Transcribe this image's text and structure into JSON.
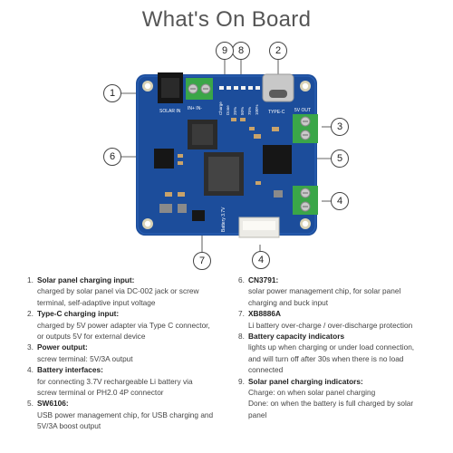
{
  "title": "What's On Board",
  "callouts": [
    "1",
    "2",
    "3",
    "4",
    "5",
    "6",
    "7",
    "8",
    "9"
  ],
  "board_silk": {
    "solar_in": "SOLAR IN",
    "in_pm": "IN+ IN-",
    "type_c": "TYPE-C",
    "out_5v": "5V OUT",
    "battery": "Battery 3.7V",
    "charge_labels": [
      "Charge",
      "Done",
      "25%",
      "50%",
      "75%",
      "100%"
    ]
  },
  "features": [
    {
      "num": "1.",
      "head": "Solar panel charging input:",
      "lines": [
        "charged by solar panel via DC-002 jack or screw",
        "terminal, self-adaptive input voltage"
      ]
    },
    {
      "num": "2.",
      "head": "Type-C charging input:",
      "lines": [
        "charged by 5V power adapter via Type C connector,",
        "or outputs 5V for external device"
      ]
    },
    {
      "num": "3.",
      "head": "Power output:",
      "lines": [
        "screw terminal: 5V/3A output"
      ]
    },
    {
      "num": "4.",
      "head": "Battery interfaces:",
      "lines": [
        "for connecting 3.7V rechargeable Li battery via",
        "screw terminal or PH2.0 4P connector"
      ]
    },
    {
      "num": "5.",
      "head": "SW6106:",
      "lines": [
        "USB power management chip, for USB charging and",
        "5V/3A boost output"
      ]
    },
    {
      "num": "6.",
      "head": "CN3791:",
      "lines": [
        "solar power management chip, for solar panel",
        "charging and buck input"
      ]
    },
    {
      "num": "7.",
      "head": "XB8886A",
      "lines": [
        "Li battery over-charge / over-discharge protection"
      ]
    },
    {
      "num": "8.",
      "head": "Battery capacity indicators",
      "lines": [
        "lights up when charging or under load connection,",
        "and will turn off after 30s when there is no load",
        "connected"
      ]
    },
    {
      "num": "9.",
      "head": "Solar panel charging indicators:",
      "lines": [
        "Charge: on when solar panel charging",
        "Done: on when the battery is full charged by solar",
        "panel"
      ]
    }
  ]
}
